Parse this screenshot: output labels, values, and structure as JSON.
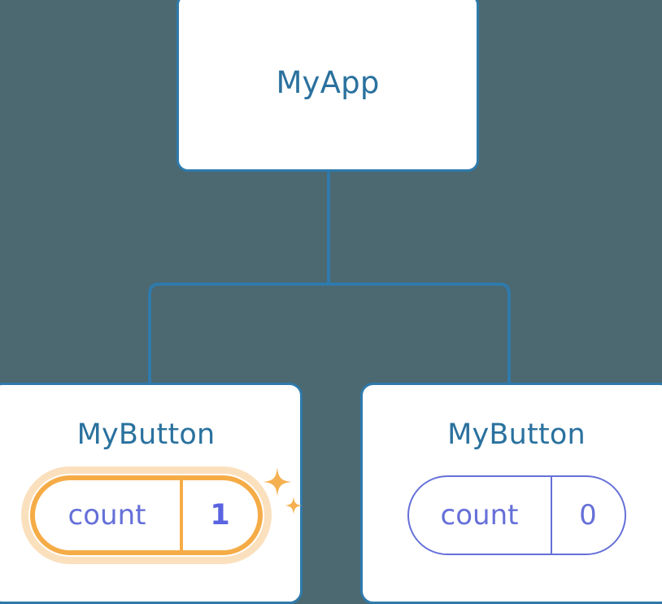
{
  "diagram": {
    "type": "component-tree",
    "background_color": "#4c6870",
    "edge_color": "#2f7aab",
    "nodes": [
      {
        "id": "root",
        "label": "MyApp",
        "title_color": "#2a719e",
        "border_color": "#2f7aab",
        "fill_color": "#ffffff"
      },
      {
        "id": "child-left",
        "label": "MyButton",
        "title_color": "#2a719e",
        "border_color": "#2f7aab",
        "fill_color": "#ffffff",
        "state": {
          "key": "count",
          "value": "1",
          "highlighted": true,
          "highlight_color": "#f5ac47",
          "glow_color": "#f7ba6e",
          "key_color": "#6570d8",
          "value_color": "#5a63e0",
          "sparkle_icon": "sparkles-icon",
          "sparkle_color": "#f5b04f"
        }
      },
      {
        "id": "child-right",
        "label": "MyButton",
        "title_color": "#2a719e",
        "border_color": "#2f7aab",
        "fill_color": "#ffffff",
        "state": {
          "key": "count",
          "value": "0",
          "highlighted": false,
          "outline_color": "#6570d8",
          "key_color": "#6570d8",
          "value_color": "#6570d8"
        }
      }
    ],
    "edges": [
      {
        "from": "root",
        "to": "child-left"
      },
      {
        "from": "root",
        "to": "child-right"
      }
    ]
  }
}
